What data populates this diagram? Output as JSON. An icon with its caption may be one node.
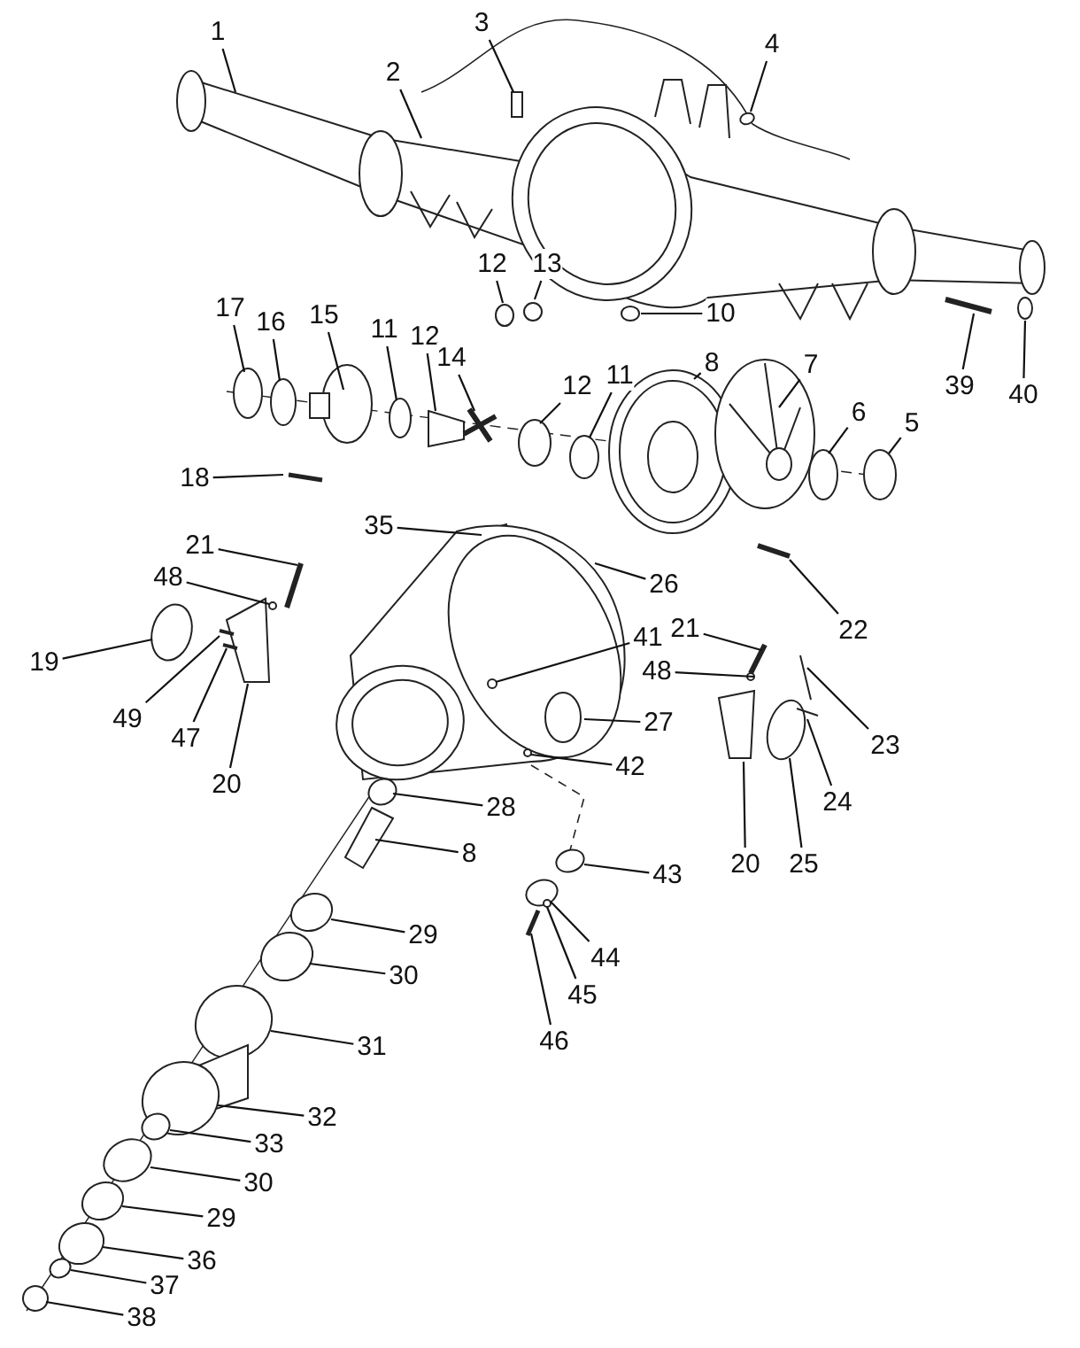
{
  "diagram": {
    "nodes": [
      {
        "text": [
          "1"
        ]
      },
      {
        "text": [
          "2"
        ]
      },
      {
        "text": [
          "3"
        ]
      },
      {
        "text": [
          "4"
        ]
      },
      {
        "text": [
          "10"
        ]
      },
      {
        "text": [
          "39"
        ]
      },
      {
        "text": [
          "40"
        ]
      },
      {
        "text": [
          "17"
        ]
      },
      {
        "text": [
          "16"
        ]
      },
      {
        "text": [
          "15"
        ]
      },
      {
        "text": [
          "11"
        ]
      },
      {
        "text": [
          "12"
        ]
      },
      {
        "text": [
          "14"
        ]
      },
      {
        "text": [
          "12"
        ]
      },
      {
        "text": [
          "13"
        ]
      },
      {
        "text": [
          "12"
        ]
      },
      {
        "text": [
          "11"
        ]
      },
      {
        "text": [
          "8"
        ]
      },
      {
        "text": [
          "7"
        ]
      },
      {
        "text": [
          "6"
        ]
      },
      {
        "text": [
          "5"
        ]
      },
      {
        "text": [
          "18"
        ]
      },
      {
        "text": [
          "35"
        ]
      },
      {
        "text": [
          "21"
        ]
      },
      {
        "text": [
          "48"
        ]
      },
      {
        "text": [
          "26"
        ]
      },
      {
        "text": [
          "19"
        ]
      },
      {
        "text": [
          "22"
        ]
      },
      {
        "text": [
          "21"
        ]
      },
      {
        "text": [
          "48"
        ]
      },
      {
        "text": [
          "41"
        ]
      },
      {
        "text": [
          "23"
        ]
      },
      {
        "text": [
          "49"
        ]
      },
      {
        "text": [
          "47"
        ]
      },
      {
        "text": [
          "20"
        ]
      },
      {
        "text": [
          "27"
        ]
      },
      {
        "text": [
          "42"
        ]
      },
      {
        "text": [
          "24"
        ]
      },
      {
        "text": [
          "28"
        ]
      },
      {
        "text": [
          "20"
        ]
      },
      {
        "text": [
          "25"
        ]
      },
      {
        "text": [
          "8"
        ]
      },
      {
        "text": [
          "43"
        ]
      },
      {
        "text": [
          "44"
        ]
      },
      {
        "text": [
          "29"
        ]
      },
      {
        "text": [
          "45"
        ]
      },
      {
        "text": [
          "30"
        ]
      },
      {
        "text": [
          "46"
        ]
      },
      {
        "text": [
          "31"
        ]
      },
      {
        "text": [
          "32"
        ]
      },
      {
        "text": [
          "33"
        ]
      },
      {
        "text": [
          "30"
        ]
      },
      {
        "text": [
          "29"
        ]
      },
      {
        "text": [
          "36"
        ]
      },
      {
        "text": [
          "37"
        ]
      },
      {
        "text": [
          "38"
        ]
      }
    ],
    "edges": [
      {
        "from": 0,
        "to": null,
        "arrow": "none"
      },
      {
        "from": 1,
        "to": null,
        "arrow": "none"
      },
      {
        "from": 2,
        "to": null,
        "arrow": "none"
      },
      {
        "from": 3,
        "to": null,
        "arrow": "none"
      },
      {
        "from": 4,
        "to": null,
        "arrow": "none"
      },
      {
        "from": 5,
        "to": null,
        "arrow": "none"
      },
      {
        "from": 6,
        "to": null,
        "arrow": "none"
      },
      {
        "from": 7,
        "to": null,
        "arrow": "none"
      },
      {
        "from": 8,
        "to": null,
        "arrow": "none"
      },
      {
        "from": 9,
        "to": null,
        "arrow": "none"
      },
      {
        "from": 10,
        "to": null,
        "arrow": "none"
      },
      {
        "from": 11,
        "to": null,
        "arrow": "none"
      },
      {
        "from": 12,
        "to": null,
        "arrow": "none"
      },
      {
        "from": 13,
        "to": null,
        "arrow": "none"
      },
      {
        "from": 14,
        "to": null,
        "arrow": "none"
      },
      {
        "from": 15,
        "to": null,
        "arrow": "none"
      },
      {
        "from": 16,
        "to": null,
        "arrow": "none"
      },
      {
        "from": 17,
        "to": null,
        "arrow": "none"
      },
      {
        "from": 18,
        "to": null,
        "arrow": "none"
      },
      {
        "from": 19,
        "to": null,
        "arrow": "none"
      },
      {
        "from": 20,
        "to": null,
        "arrow": "none"
      },
      {
        "from": 21,
        "to": null,
        "arrow": "none"
      },
      {
        "from": 22,
        "to": null,
        "arrow": "none"
      },
      {
        "from": 23,
        "to": null,
        "arrow": "none"
      },
      {
        "from": 24,
        "to": null,
        "arrow": "none"
      },
      {
        "from": 25,
        "to": null,
        "arrow": "none"
      },
      {
        "from": 26,
        "to": null,
        "arrow": "none"
      },
      {
        "from": 27,
        "to": null,
        "arrow": "none"
      },
      {
        "from": 28,
        "to": null,
        "arrow": "none"
      },
      {
        "from": 29,
        "to": null,
        "arrow": "none"
      },
      {
        "from": 30,
        "to": null,
        "arrow": "none"
      },
      {
        "from": 31,
        "to": null,
        "arrow": "none"
      },
      {
        "from": 32,
        "to": null,
        "arrow": "none"
      },
      {
        "from": 33,
        "to": null,
        "arrow": "none"
      },
      {
        "from": 34,
        "to": null,
        "arrow": "none"
      },
      {
        "from": 35,
        "to": null,
        "arrow": "none"
      },
      {
        "from": 36,
        "to": null,
        "arrow": "none"
      },
      {
        "from": 37,
        "to": null,
        "arrow": "none"
      },
      {
        "from": 38,
        "to": null,
        "arrow": "none"
      },
      {
        "from": 39,
        "to": null,
        "arrow": "none"
      },
      {
        "from": 40,
        "to": null,
        "arrow": "none"
      },
      {
        "from": 41,
        "to": null,
        "arrow": "none"
      },
      {
        "from": 42,
        "to": null,
        "arrow": "none"
      },
      {
        "from": 43,
        "to": null,
        "arrow": "none"
      },
      {
        "from": 44,
        "to": null,
        "arrow": "none"
      },
      {
        "from": 45,
        "to": null,
        "arrow": "none"
      },
      {
        "from": 46,
        "to": null,
        "arrow": "none"
      },
      {
        "from": 47,
        "to": null,
        "arrow": "none"
      },
      {
        "from": 48,
        "to": null,
        "arrow": "none"
      },
      {
        "from": 49,
        "to": null,
        "arrow": "none"
      },
      {
        "from": 50,
        "to": null,
        "arrow": "none"
      },
      {
        "from": 51,
        "to": null,
        "arrow": "none"
      },
      {
        "from": 52,
        "to": null,
        "arrow": "none"
      },
      {
        "from": 53,
        "to": null,
        "arrow": "none"
      },
      {
        "from": 54,
        "to": null,
        "arrow": "none"
      },
      {
        "from": 55,
        "to": null,
        "arrow": "none"
      }
    ]
  }
}
